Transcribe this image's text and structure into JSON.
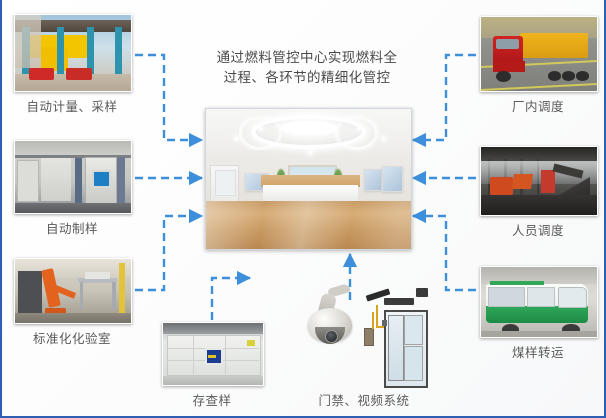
{
  "diagram": {
    "type": "hub-and-spoke",
    "center": {
      "title": "通过燃料管控中心实现燃料全过程、各环节的精细化管控",
      "title_line_1": "通过燃料管控中心实现燃料全",
      "title_line_2": "过程、各环节的精细化管控",
      "image_name": "fuel-control-center-room-photo",
      "image_description": "现代化燃料管控中心室内照片"
    },
    "connector": {
      "style": "dashed-arrow",
      "color": "#3d8fdb"
    },
    "border_color": "#2f5fb3",
    "nodes": [
      {
        "id": "auto-metering-sampling",
        "label": "自动计量、采样",
        "image_name": "gantry-sampler-photo",
        "position": "top-left"
      },
      {
        "id": "auto-sample-prep",
        "label": "自动制样",
        "image_name": "auto-sample-preparation-room-photo",
        "position": "middle-left"
      },
      {
        "id": "standard-lab",
        "label": "标准化化验室",
        "image_name": "robot-arm-laboratory-photo",
        "position": "bottom-left"
      },
      {
        "id": "sample-archive",
        "label": "存查样",
        "image_name": "sample-storage-cabinet-photo",
        "position": "bottom-center-left"
      },
      {
        "id": "access-video-system",
        "label": "门禁、视频系统",
        "image_name": "ptz-camera-and-access-door-photo",
        "position": "bottom-center-right"
      },
      {
        "id": "coal-sample-transfer",
        "label": "煤样转运",
        "image_name": "green-electric-shuttle-photo",
        "position": "bottom-right"
      },
      {
        "id": "personnel-dispatch",
        "label": "人员调度",
        "image_name": "coal-yard-dump-trucks-photo",
        "position": "middle-right"
      },
      {
        "id": "in-plant-dispatch",
        "label": "厂内调度",
        "image_name": "red-truck-with-trailer-photo",
        "position": "top-right"
      }
    ]
  }
}
